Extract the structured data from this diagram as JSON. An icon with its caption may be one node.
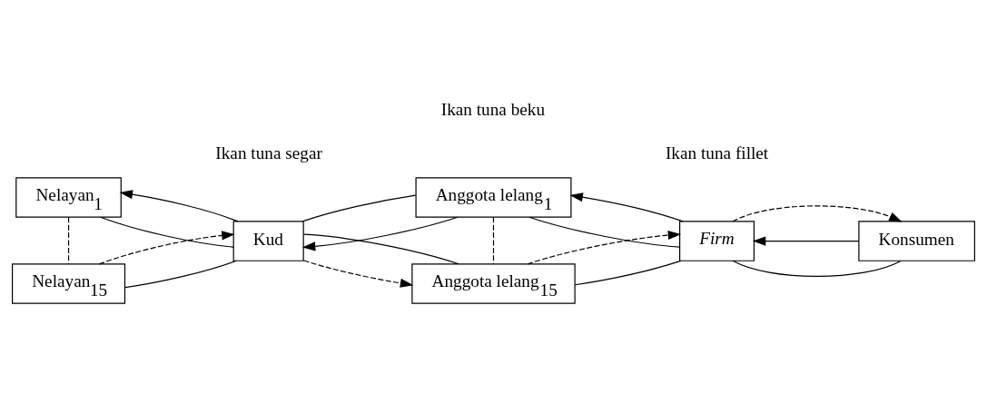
{
  "diagram": {
    "nodes": [
      {
        "text": [
          "Nelayan$_{1}$"
        ]
      },
      {
        "text": [
          "Nelayan$_{15}$"
        ]
      },
      {
        "text": [
          "Kud"
        ]
      },
      {
        "text": [
          "Anggota lelang$_{1}$"
        ]
      },
      {
        "text": [
          "Anggota lelang$_{15}$"
        ]
      },
      {
        "text": [
          "Firm"
        ]
      },
      {
        "text": [
          "Konsumen"
        ]
      }
    ],
    "edges": [
      {
        "from": 0,
        "to": 1,
        "arrow": "none",
        "style": "dashed"
      },
      {
        "from": 2,
        "to": 0,
        "arrow": "to"
      },
      {
        "from": 0,
        "to": 2,
        "arrow": "none"
      },
      {
        "from": 1,
        "to": 2,
        "arrow": "none"
      },
      {
        "from": 1,
        "to": 2,
        "arrow": "to",
        "style": "dashed"
      },
      {
        "from": 3,
        "to": 2,
        "arrow": "to"
      },
      {
        "from": 3,
        "to": 2,
        "arrow": "none"
      },
      {
        "from": 2,
        "to": 4,
        "arrow": "to",
        "style": "dashed"
      },
      {
        "from": 2,
        "to": 4,
        "arrow": "none"
      },
      {
        "from": 3,
        "to": 4,
        "arrow": "none",
        "style": "dashed"
      },
      {
        "from": 5,
        "to": 3,
        "arrow": "to"
      },
      {
        "from": 3,
        "to": 5,
        "arrow": "none"
      },
      {
        "from": 4,
        "to": 5,
        "arrow": "none"
      },
      {
        "from": 4,
        "to": 5,
        "arrow": "to",
        "style": "dashed"
      },
      {
        "from": 6,
        "to": 5,
        "arrow": "to"
      },
      {
        "from": 5,
        "to": 6,
        "arrow": "none"
      },
      {
        "from": 5,
        "to": 6,
        "arrow": "to",
        "style": "dashed"
      }
    ],
    "labels": [
      "Ikan tuna segar",
      "Ikan tuna fillet",
      "Ikan tuna beku"
    ]
  }
}
